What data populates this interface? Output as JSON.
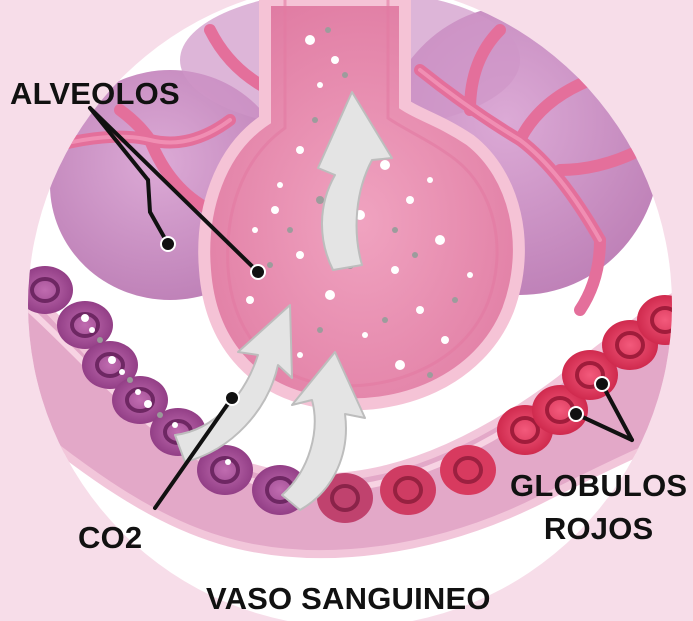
{
  "labels": {
    "alveolos": "ALVEOLOS",
    "co2": "CO2",
    "vaso": "VASO SANGUINEO",
    "globulos_line1": "GLOBULOS",
    "globulos_line2": "ROJOS"
  },
  "colors": {
    "background": "#f7dde9",
    "circle": "#ffffff",
    "alveolus": "#ec8fb0",
    "alveolus_outline": "#f5c3d6",
    "lobe": "#c88cc0",
    "vessel": "#e3a8c8",
    "capillary": "#e46f9b",
    "rbc_purple": "#a64b96",
    "rbc_red": "#e4395f",
    "arrow": "#e4e4e4",
    "text": "#111111"
  }
}
